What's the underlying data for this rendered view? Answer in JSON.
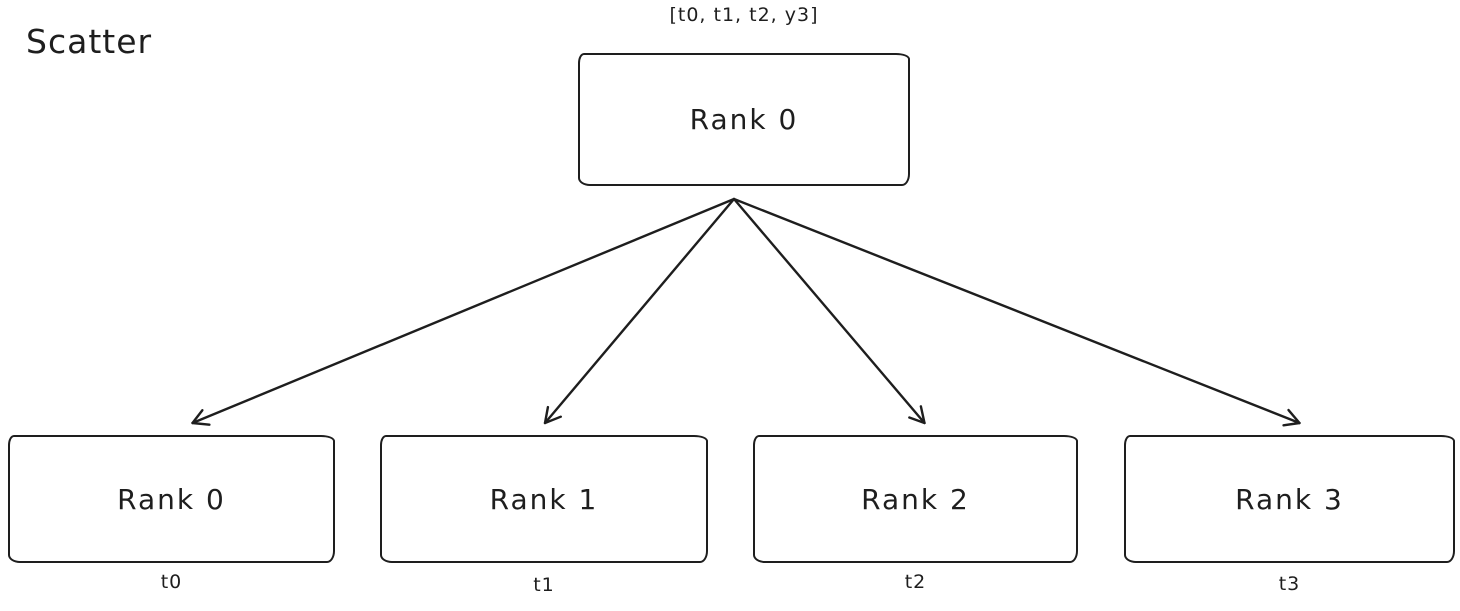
{
  "diagram": {
    "title": "Scatter",
    "colors": {
      "stroke": "#1e1e1e",
      "background": "#ffffff"
    },
    "root": {
      "label": "Rank 0",
      "annotation": "[t0, t1, t2, y3]"
    },
    "children": [
      {
        "label": "Rank 0",
        "annotation": "t0"
      },
      {
        "label": "Rank 1",
        "annotation": "t1"
      },
      {
        "label": "Rank 2",
        "annotation": "t2"
      },
      {
        "label": "Rank 3",
        "annotation": "t3"
      }
    ]
  }
}
